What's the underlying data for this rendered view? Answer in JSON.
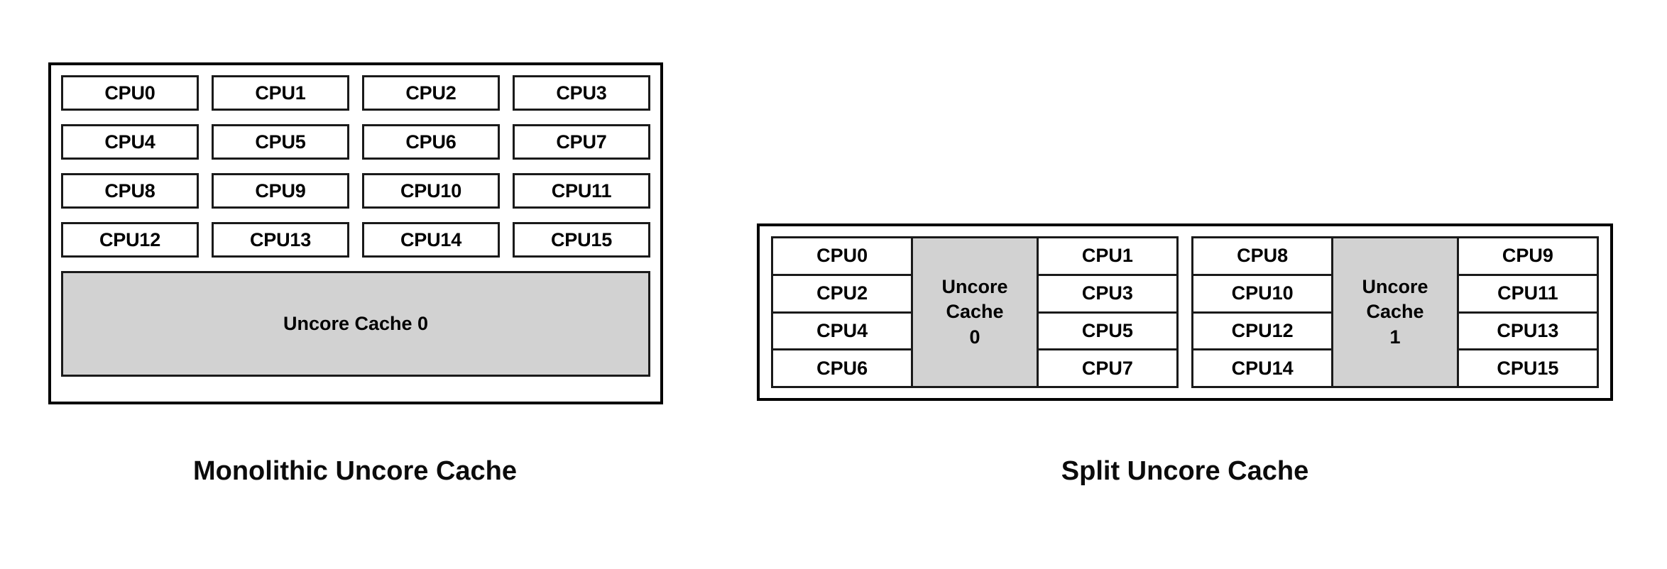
{
  "diagram": {
    "title_semantics": "cpu-uncore-cache-topology",
    "colors": {
      "cache_fill": "#d2d2d2",
      "box_fill": "#ffffff",
      "border": "#1a1a1a",
      "panel_border": "#000000",
      "text": "#000000",
      "background": "#ffffff"
    }
  },
  "monolithic": {
    "caption": "Monolithic Uncore Cache",
    "cpu_rows": [
      [
        "CPU0",
        "CPU1",
        "CPU2",
        "CPU3"
      ],
      [
        "CPU4",
        "CPU5",
        "CPU6",
        "CPU7"
      ],
      [
        "CPU8",
        "CPU9",
        "CPU10",
        "CPU11"
      ],
      [
        "CPU12",
        "CPU13",
        "CPU14",
        "CPU15"
      ]
    ],
    "cache_label": "Uncore Cache 0"
  },
  "split": {
    "caption": "Split Uncore Cache",
    "clusters": [
      {
        "left_cpus": [
          "CPU0",
          "CPU2",
          "CPU4",
          "CPU6"
        ],
        "cache_lines": [
          "Uncore",
          "Cache",
          "0"
        ],
        "right_cpus": [
          "CPU1",
          "CPU3",
          "CPU5",
          "CPU7"
        ]
      },
      {
        "left_cpus": [
          "CPU8",
          "CPU10",
          "CPU12",
          "CPU14"
        ],
        "cache_lines": [
          "Uncore",
          "Cache",
          "1"
        ],
        "right_cpus": [
          "CPU9",
          "CPU11",
          "CPU13",
          "CPU15"
        ]
      }
    ]
  }
}
